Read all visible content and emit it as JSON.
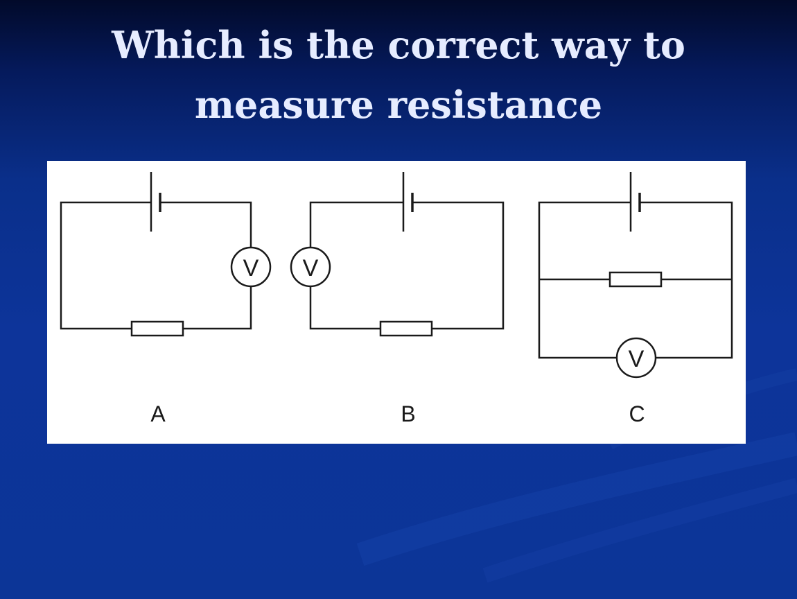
{
  "slide": {
    "title_line1": "Which is the correct way to",
    "title_line2": "measure resistance"
  },
  "circuits": [
    {
      "label": "A",
      "voltmeter_symbol": "V"
    },
    {
      "label": "B",
      "voltmeter_symbol": "V"
    },
    {
      "label": "C",
      "voltmeter_symbol": "V"
    }
  ],
  "colors": {
    "background_top": "#020a2a",
    "background_main": "#0c3597",
    "title_text": "#e6ecff",
    "panel": "#ffffff",
    "wire": "#1a1a1a"
  }
}
